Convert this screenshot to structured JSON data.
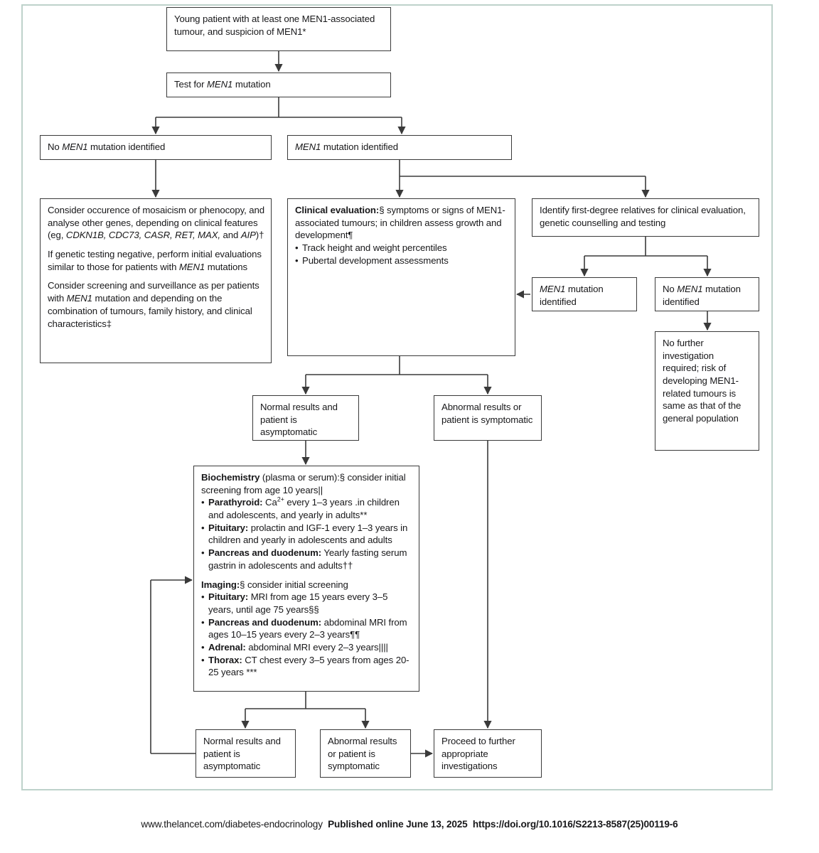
{
  "diagram": {
    "title": "MEN1 screening and surveillance flowchart",
    "frame_color": "#bed2cb",
    "line_color": "#3a3a3a"
  },
  "nodes": {
    "young_patient": {
      "line1": "Young patient with at least one MEN1-associated",
      "line2": "tumour, and suspicion of MEN1*"
    },
    "test_mutation": {
      "pre": "Test for ",
      "gene": "MEN1",
      "post": " mutation"
    },
    "no_mutation": {
      "pre": "No ",
      "gene": "MEN1",
      "post": " mutation identified"
    },
    "mutation_identified": {
      "gene": "MEN1",
      "post": " mutation identified"
    },
    "consider": {
      "p1_a": "Consider occurence of mosaicism or phenocopy, and analyse other genes, depending on clinical features (eg, ",
      "p1_genes": "CDKN1B, CDC73, CASR, RET, MAX,",
      "p1_b": " and ",
      "p1_gene2": "AIP",
      "p1_c": ")†",
      "p2_a": "If genetic testing negative, perform initial evaluations similar to those for patients with ",
      "p2_gene": "MEN1",
      "p2_b": " mutations",
      "p3_a": "Consider screening and surveillance as per patients with ",
      "p3_gene": "MEN1",
      "p3_b": " mutation and depending on the combination of tumours, family history, and clinical characteristics‡"
    },
    "clinical_evaluation": {
      "heading": "Clinical evaluation:",
      "heading_rest": "§ symptoms or signs of MEN1-associated tumours; in children assess growth and development¶",
      "bullets": [
        "Track height and weight percentiles",
        "Pubertal development assessments"
      ]
    },
    "identify_relatives": {
      "line1": "Identify first-degree relatives for clinical evaluation,",
      "line2": "genetic counselling and testing"
    },
    "relative_mutation": {
      "gene": "MEN1",
      "rest": " mutation identified"
    },
    "relative_no_mutation": {
      "pre": "No ",
      "gene": "MEN1",
      "rest": " mutation identified"
    },
    "no_further": {
      "text": "No further investigation required; risk of developing MEN1-related tumours is same as that of the general population"
    },
    "normal_results_1": {
      "text": "Normal results and patient is asymptomatic"
    },
    "abnormal_results_1": {
      "text": "Abnormal results or patient is symptomatic"
    },
    "biochemistry": {
      "heading": "Biochemistry",
      "heading_rest": " (plasma or serum):§ consider initial screening from age 10 years||",
      "bullets": [
        {
          "label": "Parathyroid:",
          "text_a": " Ca",
          "sup": "2+",
          "text_b": " every 1–3 years .in children and adolescents, and yearly in adults**"
        },
        {
          "label": "Pituitary:",
          "text_a": " prolactin and IGF-1 every 1–3 years in children and yearly in adolescents and adults",
          "sup": "",
          "text_b": ""
        },
        {
          "label": "Pancreas and duodenum:",
          "text_a": " Yearly fasting serum gastrin in adolescents and adults††",
          "sup": "",
          "text_b": ""
        }
      ],
      "imaging_heading": "Imaging:",
      "imaging_heading_rest": "§ consider initial screening",
      "imaging_bullets": [
        {
          "label": "Pituitary:",
          "text": " MRI from age 15 years every 3–5 years, until age 75 years§§"
        },
        {
          "label": "Pancreas and duodenum:",
          "text": " abdominal MRI from ages 10–15 years every 2–3 years¶¶"
        },
        {
          "label": "Adrenal:",
          "text": " abdominal MRI every 2–3 years||||"
        },
        {
          "label": "Thorax:",
          "text": " CT chest every 3–5 years from ages 20-25 years ***"
        }
      ]
    },
    "normal_results_2": {
      "text": "Normal results and patient is asymptomatic"
    },
    "abnormal_results_2": {
      "text": "Abnormal results or patient is symptomatic"
    },
    "proceed": {
      "text": "Proceed to further appropriate investigations"
    }
  },
  "footer": {
    "url": "www.thelancet.com/diabetes-endocrinology",
    "published": "Published online June 13, 2025",
    "doi": "https://doi.org/10.1016/S2213-8587(25)00119-6"
  }
}
